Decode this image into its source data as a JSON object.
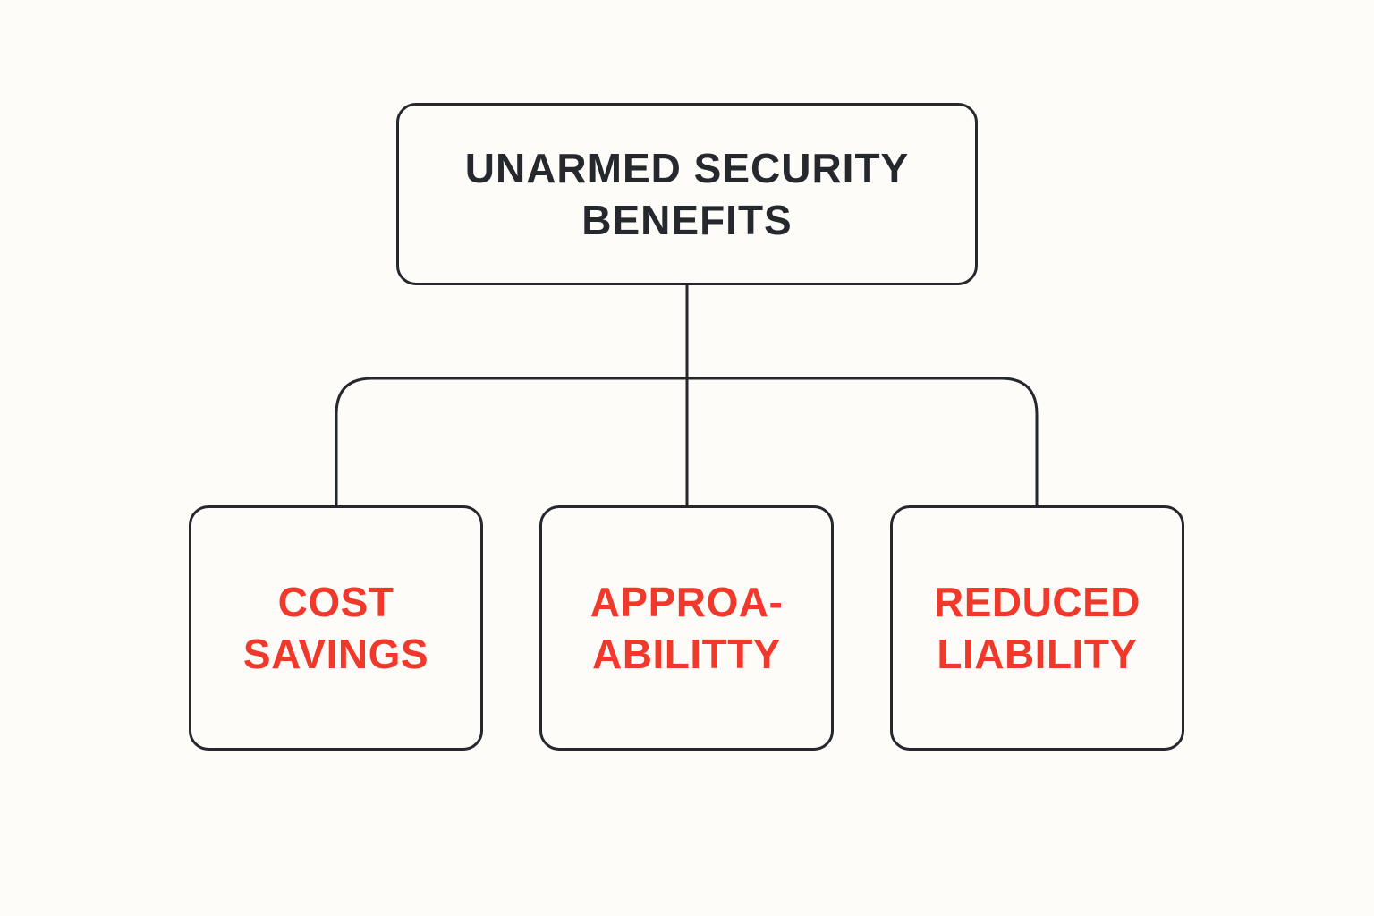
{
  "colors": {
    "background": "#fdfcf9",
    "stroke": "#25282d",
    "root_text": "#25282d",
    "child_text": "#f0382b"
  },
  "root": {
    "lines": [
      "UNARMED SECURITY",
      "BENEFITS"
    ]
  },
  "children": [
    {
      "lines": [
        "COST",
        "SAVINGS"
      ]
    },
    {
      "lines": [
        "APPROA-",
        "ABILITTY"
      ]
    },
    {
      "lines": [
        "REDUCED",
        "LIABILITY"
      ]
    }
  ]
}
